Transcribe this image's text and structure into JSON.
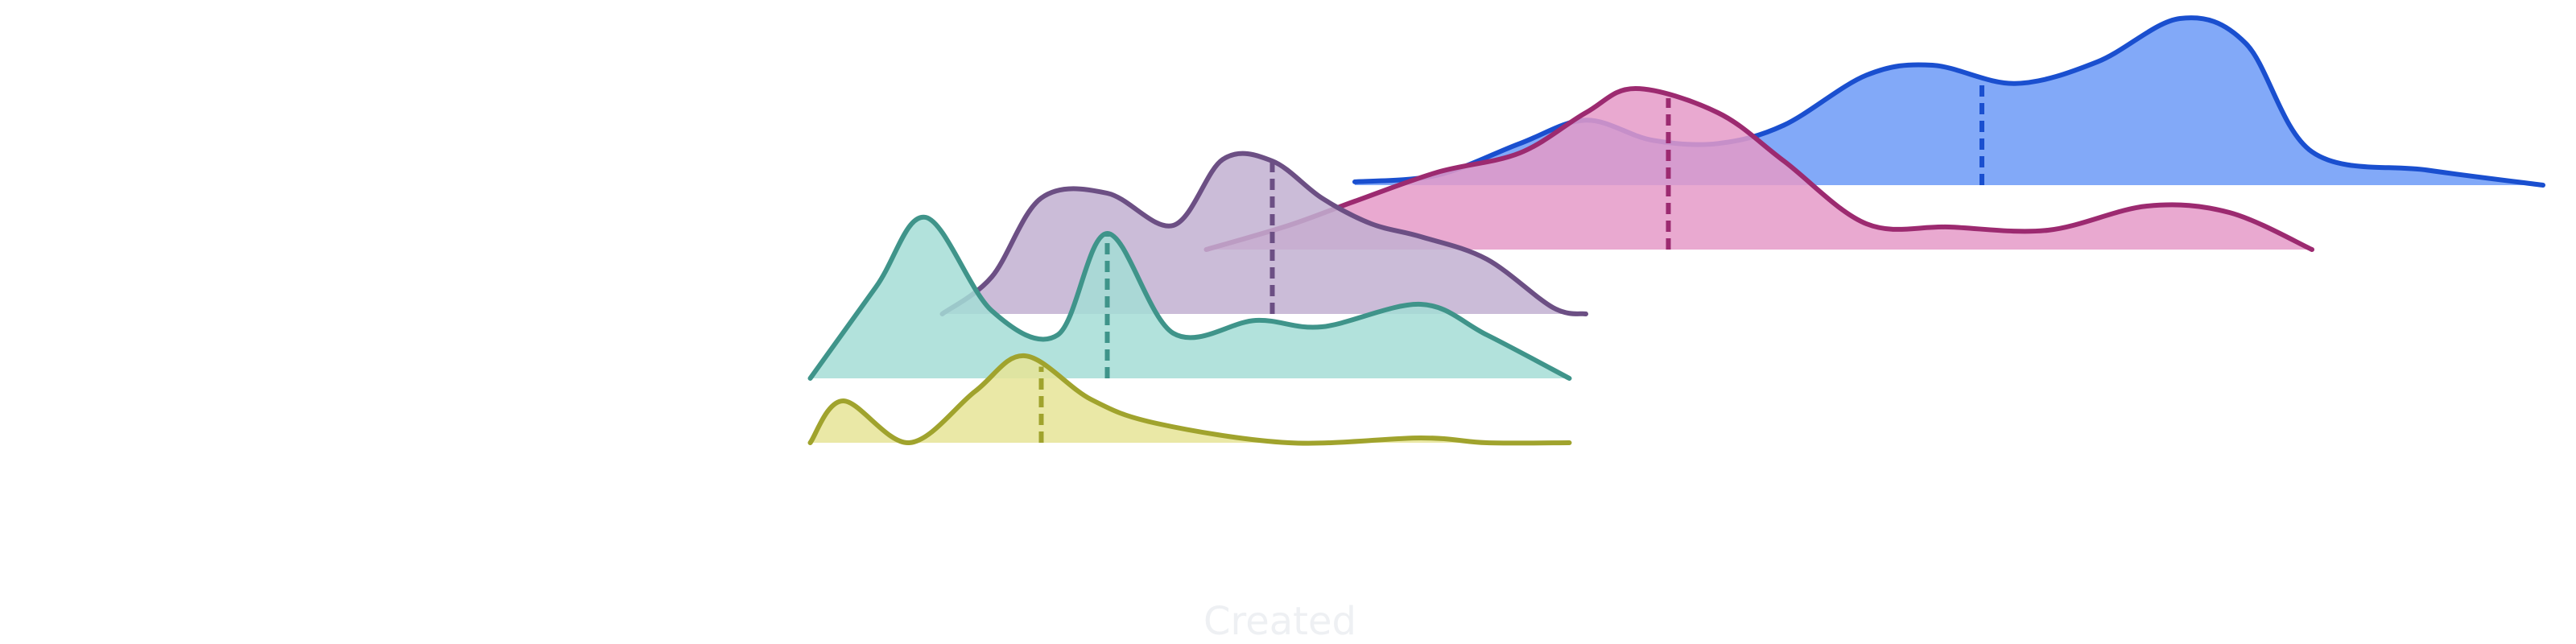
{
  "chart_data": {
    "type": "ridgeline",
    "xlabel": "Created",
    "title": "",
    "series": [
      {
        "color": "#1a4fcf",
        "fill": "#82a9f8",
        "median": 3.8,
        "curve": [
          [
            0.0,
            0.02
          ],
          [
            0.5,
            0.06
          ],
          [
            1.0,
            0.25
          ],
          [
            1.4,
            0.39
          ],
          [
            1.8,
            0.27
          ],
          [
            2.2,
            0.25
          ],
          [
            2.6,
            0.36
          ],
          [
            3.1,
            0.66
          ],
          [
            3.5,
            0.72
          ],
          [
            4.0,
            0.61
          ],
          [
            4.5,
            0.74
          ],
          [
            5.0,
            1.0
          ],
          [
            5.4,
            0.85
          ],
          [
            5.8,
            0.2
          ],
          [
            6.5,
            0.09
          ],
          [
            7.2,
            0.0
          ]
        ]
      },
      {
        "color": "#9c2a70",
        "fill": "#e59ac8",
        "median": 1.9,
        "curve": [
          [
            -0.9,
            0.0
          ],
          [
            -0.4,
            0.15
          ],
          [
            0.0,
            0.3
          ],
          [
            0.5,
            0.48
          ],
          [
            1.0,
            0.6
          ],
          [
            1.4,
            0.85
          ],
          [
            1.7,
            1.0
          ],
          [
            2.2,
            0.85
          ],
          [
            2.6,
            0.55
          ],
          [
            3.1,
            0.16
          ],
          [
            3.6,
            0.14
          ],
          [
            4.2,
            0.12
          ],
          [
            4.8,
            0.27
          ],
          [
            5.3,
            0.23
          ],
          [
            5.8,
            0.0
          ]
        ]
      },
      {
        "color": "#6c4f84",
        "fill": "#c2b0d1",
        "median": -0.5,
        "curve": [
          [
            -2.5,
            0.0
          ],
          [
            -2.2,
            0.23
          ],
          [
            -1.9,
            0.72
          ],
          [
            -1.5,
            0.75
          ],
          [
            -1.1,
            0.55
          ],
          [
            -0.8,
            0.96
          ],
          [
            -0.5,
            0.95
          ],
          [
            -0.2,
            0.72
          ],
          [
            0.1,
            0.56
          ],
          [
            0.4,
            0.48
          ],
          [
            0.8,
            0.34
          ],
          [
            1.2,
            0.04
          ],
          [
            1.4,
            0.0
          ]
        ]
      },
      {
        "color": "#3f948a",
        "fill": "#a4ddd6",
        "median": -1.5,
        "curve": [
          [
            -3.3,
            0.0
          ],
          [
            -2.9,
            0.57
          ],
          [
            -2.6,
            1.0
          ],
          [
            -2.2,
            0.42
          ],
          [
            -1.8,
            0.27
          ],
          [
            -1.5,
            0.9
          ],
          [
            -1.1,
            0.28
          ],
          [
            -0.6,
            0.36
          ],
          [
            -0.2,
            0.32
          ],
          [
            0.4,
            0.46
          ],
          [
            0.8,
            0.27
          ],
          [
            1.3,
            0.0
          ]
        ]
      },
      {
        "color": "#a0a32d",
        "fill": "#e6e496",
        "median": -1.9,
        "curve": [
          [
            -3.3,
            0.0
          ],
          [
            -3.1,
            0.26
          ],
          [
            -2.7,
            0.0
          ],
          [
            -2.3,
            0.32
          ],
          [
            -2.0,
            0.54
          ],
          [
            -1.6,
            0.27
          ],
          [
            -1.2,
            0.12
          ],
          [
            -0.4,
            0.0
          ],
          [
            0.4,
            0.03
          ],
          [
            0.8,
            0.0
          ],
          [
            1.3,
            0.0
          ]
        ]
      }
    ]
  }
}
